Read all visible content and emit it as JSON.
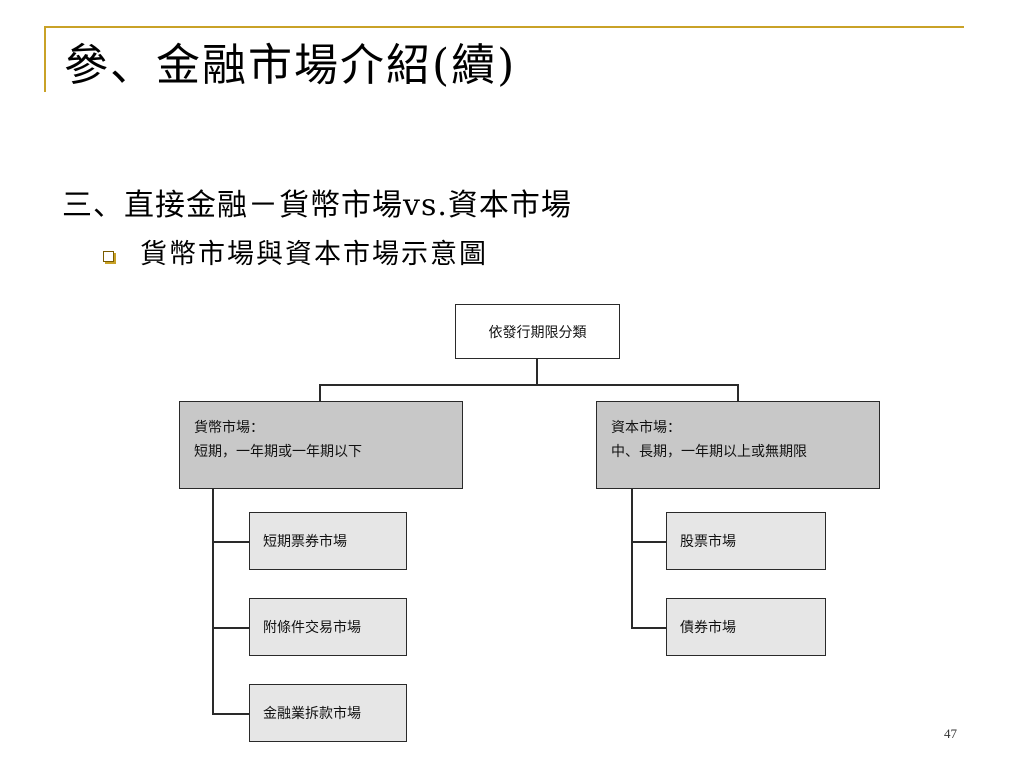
{
  "slide": {
    "title": "參、金融市場介紹(續)",
    "heading": "三、直接金融－貨幣市場vs.資本市場",
    "bullet": "貨幣市場與資本市場示意圖",
    "page_number": "47"
  },
  "diagram": {
    "root": "依發行期限分類",
    "money_market": {
      "title": "貨幣市場：",
      "desc": "短期，一年期或一年期以下",
      "children": [
        "短期票券市場",
        "附條件交易市場",
        "金融業拆款市場"
      ]
    },
    "capital_market": {
      "title": "資本市場：",
      "desc": "中、長期，一年期以上或無期限",
      "children": [
        "股票市場",
        "債券市場"
      ]
    }
  },
  "colors": {
    "accent": "#c9a227",
    "box_dark": "#c8c8c8",
    "box_light": "#e6e6e6",
    "line": "#2a2a2a"
  }
}
